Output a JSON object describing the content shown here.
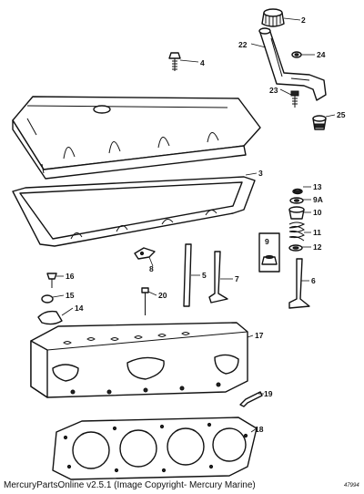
{
  "caption": "MercuryPartsOnline v2.5.1 (Image Copyright- Mercury Marine)",
  "figure_number": "47994",
  "callouts": [
    "2",
    "22",
    "24",
    "4",
    "23",
    "25",
    "3",
    "13",
    "9A",
    "10",
    "11",
    "12",
    "9",
    "5",
    "7",
    "6",
    "8",
    "16",
    "15",
    "14",
    "20",
    "17",
    "19",
    "18"
  ]
}
